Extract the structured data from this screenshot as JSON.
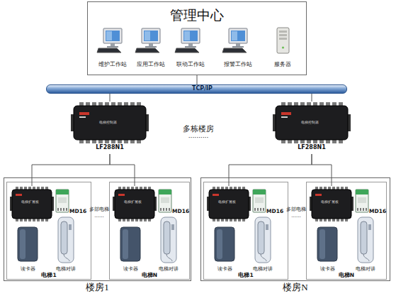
{
  "diagram": {
    "nodes": [
      {
        "text": [
          "管理中心"
        ]
      },
      {
        "text": [
          "维护工作站"
        ],
        "in": 0
      },
      {
        "text": [
          "应用工作站"
        ],
        "in": 0
      },
      {
        "text": [
          "联动工作站"
        ],
        "in": 0
      },
      {
        "text": [
          "报警工作站"
        ],
        "in": 0
      },
      {
        "text": [
          "服务器"
        ],
        "in": 0
      },
      {
        "text": [
          "TCP/IP"
        ]
      },
      {
        "text": [
          "电梯控制器",
          "LF288N1"
        ]
      },
      {
        "text": [
          "电梯控制器",
          "LF288N1"
        ]
      },
      {
        "text": [
          "楼房1"
        ]
      },
      {
        "text": [
          "电梯1"
        ],
        "in": 9
      },
      {
        "text": [
          "电梯扩展板"
        ],
        "in": 10
      },
      {
        "text": [
          "MD16"
        ],
        "in": 10
      },
      {
        "text": [
          "读卡器"
        ],
        "in": 10
      },
      {
        "text": [
          "电梯对讲"
        ],
        "in": 10
      },
      {
        "text": [
          "电梯N"
        ],
        "in": 9
      },
      {
        "text": [
          "电梯扩展板"
        ],
        "in": 15
      },
      {
        "text": [
          "MD16"
        ],
        "in": 15
      },
      {
        "text": [
          "读卡器"
        ],
        "in": 15
      },
      {
        "text": [
          "电梯对讲"
        ],
        "in": 15
      },
      {
        "text": [
          "楼房N"
        ]
      },
      {
        "text": [
          "电梯1"
        ],
        "in": 20
      },
      {
        "text": [
          "电梯扩展板"
        ],
        "in": 21
      },
      {
        "text": [
          "MD16"
        ],
        "in": 21
      },
      {
        "text": [
          "读卡器"
        ],
        "in": 21
      },
      {
        "text": [
          "电梯对讲"
        ],
        "in": 21
      },
      {
        "text": [
          "电梯N"
        ],
        "in": 20
      },
      {
        "text": [
          "电梯扩展板"
        ],
        "in": 26
      },
      {
        "text": [
          "MD16"
        ],
        "in": 26
      },
      {
        "text": [
          "读卡器"
        ],
        "in": 26
      },
      {
        "text": [
          "电梯对讲"
        ],
        "in": 26
      }
    ],
    "edges": [
      {
        "from": 0,
        "to": 6,
        "arrow": "none"
      },
      {
        "from": 6,
        "to": 7,
        "arrow": "none"
      },
      {
        "from": 6,
        "to": 8,
        "arrow": "none"
      },
      {
        "from": 7,
        "to": 11,
        "arrow": "none"
      },
      {
        "from": 7,
        "to": 16,
        "arrow": "none"
      },
      {
        "from": 8,
        "to": 22,
        "arrow": "none"
      },
      {
        "from": 8,
        "to": 27,
        "arrow": "none"
      }
    ],
    "labels": [
      "多栋楼房",
      "··········",
      "多部电梯",
      "······",
      "多部电梯",
      "······"
    ]
  }
}
